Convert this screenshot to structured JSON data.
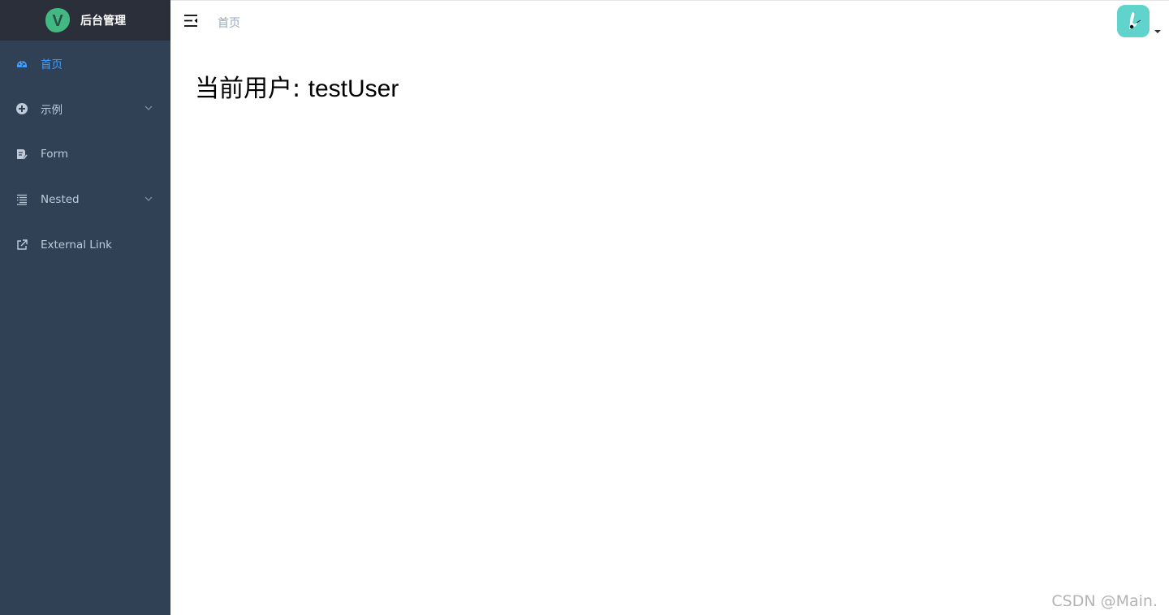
{
  "app": {
    "title": "后台管理",
    "logo_letter": "V",
    "logo_color": "#42b983"
  },
  "sidebar": {
    "bg_color": "#304156",
    "text_color": "#bfcbd9",
    "active_color": "#409eff",
    "items": [
      {
        "label": "首页",
        "icon": "dashboard-icon",
        "active": true,
        "has_submenu": false
      },
      {
        "label": "示例",
        "icon": "example-icon",
        "active": false,
        "has_submenu": true
      },
      {
        "label": "Form",
        "icon": "form-icon",
        "active": false,
        "has_submenu": false
      },
      {
        "label": "Nested",
        "icon": "nested-icon",
        "active": false,
        "has_submenu": true
      },
      {
        "label": "External Link",
        "icon": "external-link-icon",
        "active": false,
        "has_submenu": false
      }
    ]
  },
  "navbar": {
    "breadcrumb": "首页",
    "toggle_icon": "hamburger-icon",
    "avatar_icon": "user-avatar",
    "avatar_color": "#5fd3cc"
  },
  "main": {
    "user_label": "当前用户: ",
    "username": "testUser"
  },
  "watermark": "CSDN @Main."
}
